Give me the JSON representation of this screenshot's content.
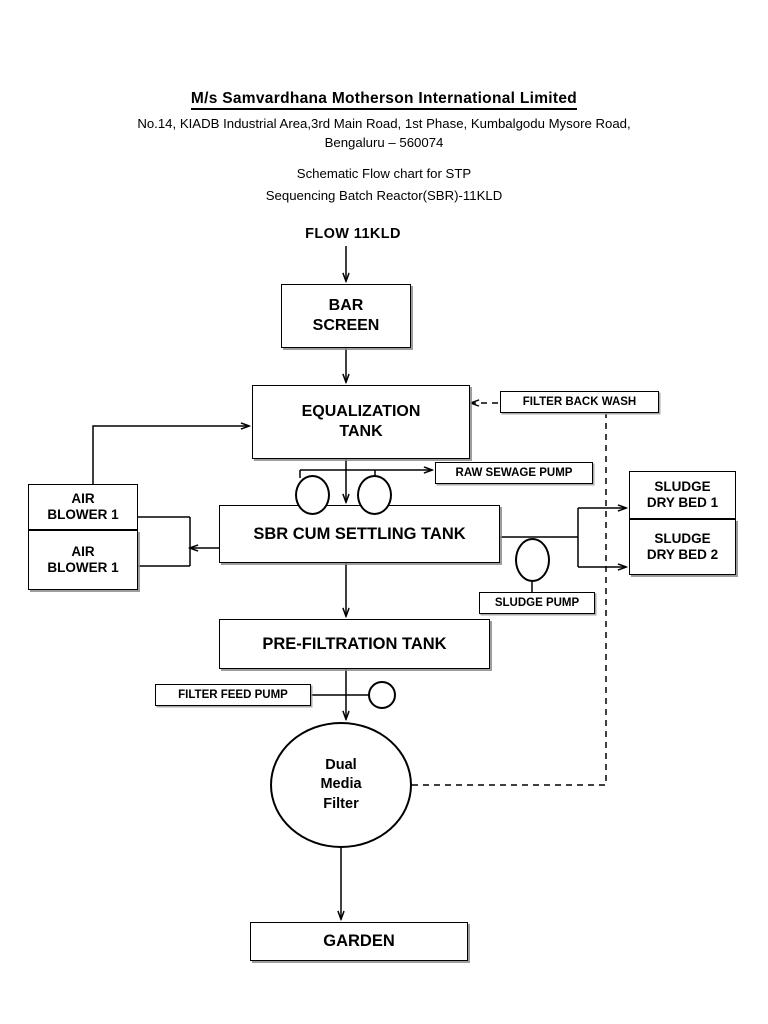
{
  "header": {
    "company": "M/s Samvardhana Motherson International Limited",
    "address_line1": "No.14, KIADB Industrial Area,3rd Main Road, 1st Phase, Kumbalgodu Mysore Road,",
    "address_line2": "Bengaluru – 560074",
    "subtitle_line1": "Schematic Flow chart for STP",
    "subtitle_line2": "Sequencing Batch Reactor(SBR)-11KLD"
  },
  "diagram": {
    "flow_label": "FLOW 11KLD",
    "nodes": {
      "bar_screen": "BAR\nSCREEN",
      "bar_screen_line1": "BAR",
      "bar_screen_line2": "SCREEN",
      "equalization_line1": "EQUALIZATION",
      "equalization_line2": "TANK",
      "filter_back_wash": "FILTER BACK WASH",
      "raw_sewage_pump": "RAW SEWAGE PUMP",
      "air_blower_1_line1": "AIR",
      "air_blower_1_line2": "BLOWER 1",
      "air_blower_2_line1": "AIR",
      "air_blower_2_line2": "BLOWER 1",
      "sbr_tank": "SBR CUM SETTLING TANK",
      "sludge_pump": "SLUDGE PUMP",
      "sludge_dry_bed_1_line1": "SLUDGE",
      "sludge_dry_bed_1_line2": "DRY BED 1",
      "sludge_dry_bed_2_line1": "SLUDGE",
      "sludge_dry_bed_2_line2": "DRY BED 2",
      "pre_filtration_tank": "PRE-FILTRATION TANK",
      "filter_feed_pump": "FILTER FEED PUMP",
      "dual_media_filter_line1": "Dual",
      "dual_media_filter_line2": "Media",
      "dual_media_filter_line3": "Filter",
      "garden": "GARDEN"
    },
    "colors": {
      "stroke": "#000000",
      "shadow": "#8c8c8c",
      "background": "#ffffff"
    }
  }
}
